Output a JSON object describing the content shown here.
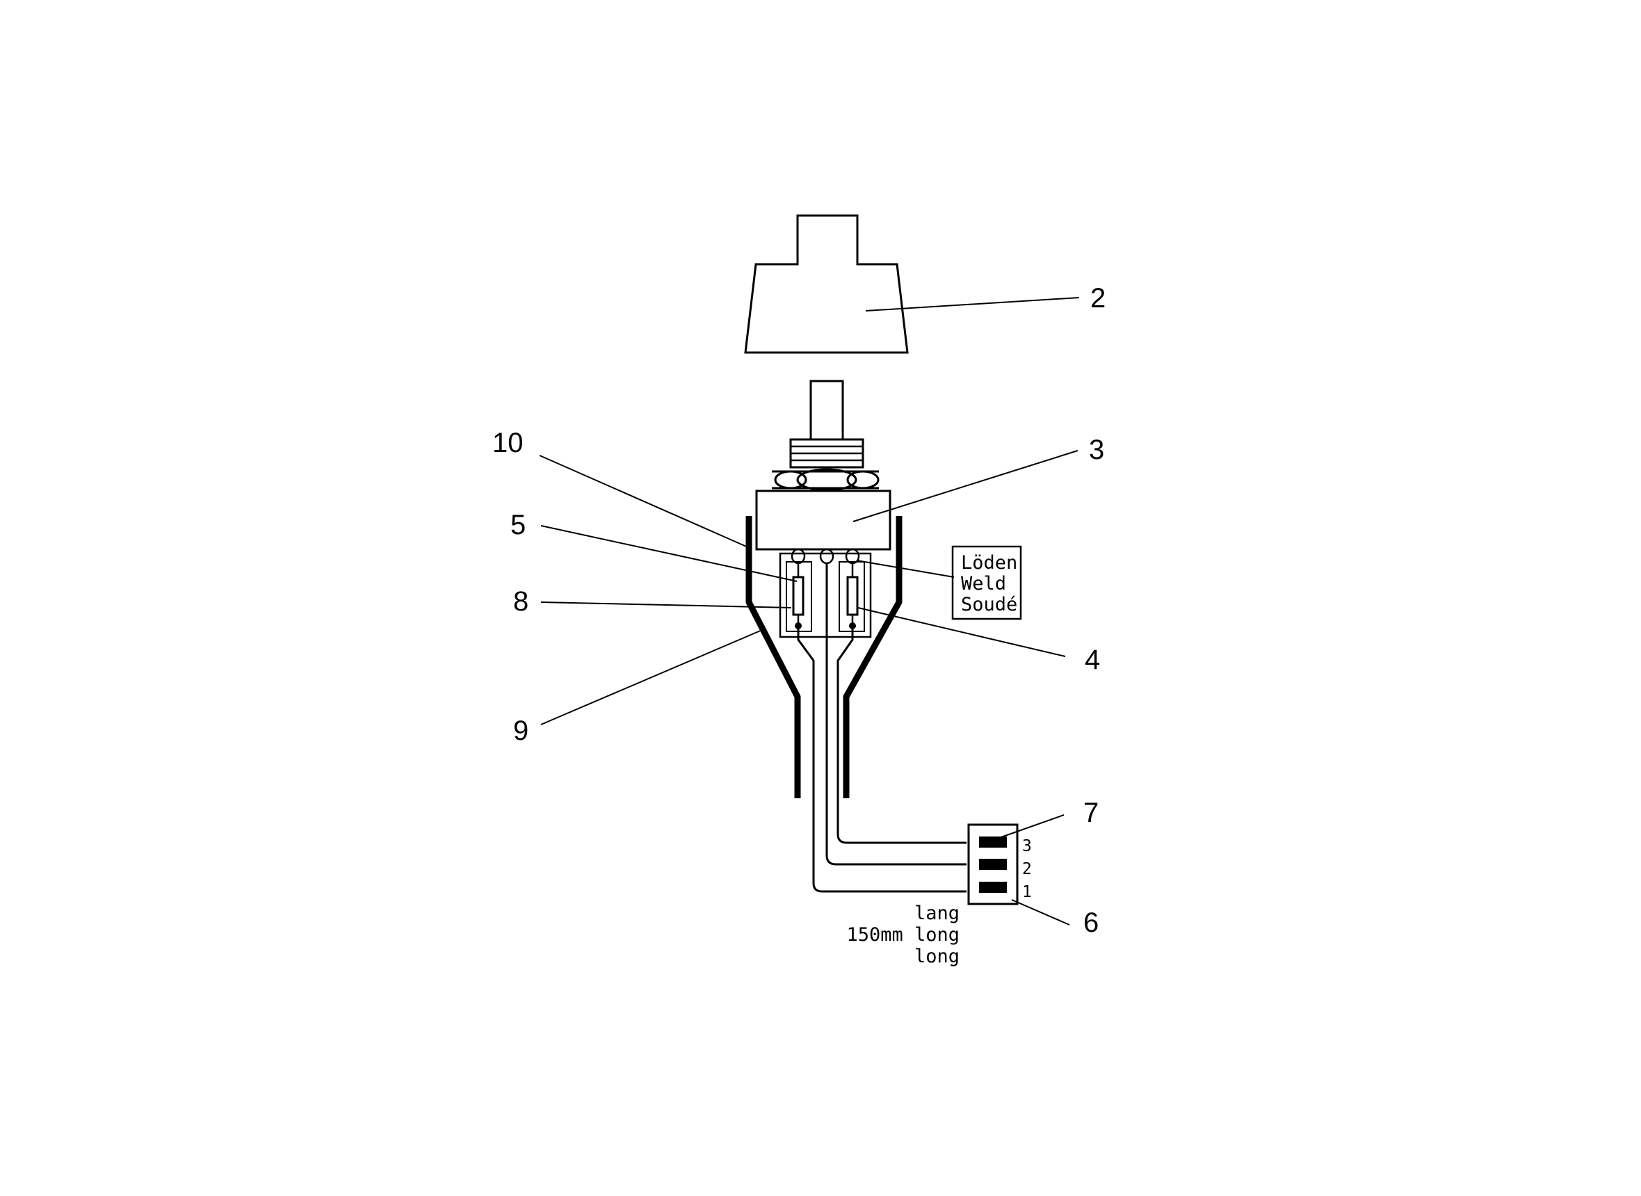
{
  "callouts": {
    "c2": "2",
    "c3": "3",
    "c4": "4",
    "c5": "5",
    "c6": "6",
    "c7": "7",
    "c8": "8",
    "c9": "9",
    "c10": "10"
  },
  "solder_note": {
    "line1": "Löden",
    "line2": "Weld",
    "line3": "Soudé"
  },
  "connector_pins": {
    "pin3": "3",
    "pin2": "2",
    "pin1": "1"
  },
  "length_note": {
    "line1": "lang",
    "line2": "150mm long",
    "line3": "long"
  }
}
